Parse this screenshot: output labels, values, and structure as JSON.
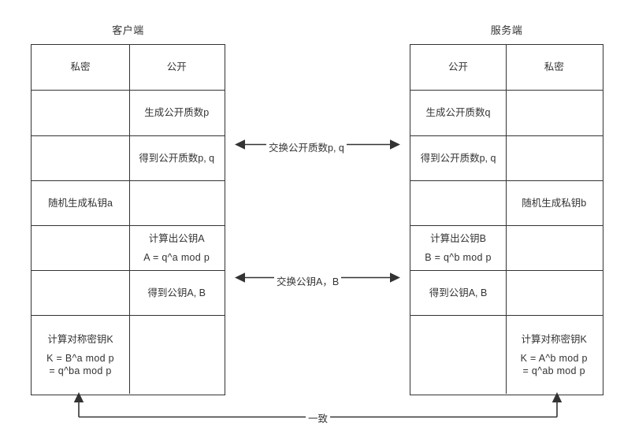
{
  "diagram": {
    "title_client": "客户端",
    "title_server": "服务端",
    "line_color": "#333333",
    "background": "#ffffff"
  },
  "client_table": {
    "headers": [
      "私密",
      "公开"
    ],
    "rows": [
      {
        "private": "",
        "public": "生成公开质数p"
      },
      {
        "private": "",
        "public": "得到公开质数p, q"
      },
      {
        "private": "随机生成私钥a",
        "public": ""
      },
      {
        "private": "",
        "public_line1": "计算出公钥A",
        "public_line2": "A = q^a mod p"
      },
      {
        "private": "",
        "public": "得到公钥A, B"
      },
      {
        "private_line1": "计算对称密钥K",
        "private_line2": "K = B^a mod p",
        "private_line3": "= q^ba mod p",
        "public": ""
      }
    ]
  },
  "server_table": {
    "headers": [
      "公开",
      "私密"
    ],
    "rows": [
      {
        "public": "生成公开质数q",
        "private": ""
      },
      {
        "public": "得到公开质数p, q",
        "private": ""
      },
      {
        "public": "",
        "private": "随机生成私钥b"
      },
      {
        "public_line1": "计算出公钥B",
        "public_line2": "B = q^b mod p",
        "private": ""
      },
      {
        "public": "得到公钥A, B",
        "private": ""
      },
      {
        "public": "",
        "private_line1": "计算对称密钥K",
        "private_line2": "K = A^b mod p",
        "private_line3": "= q^ab mod p"
      }
    ]
  },
  "connectors": {
    "exchange_primes_label": "交换公开质数p, q",
    "exchange_keys_label": "交换公钥A，B",
    "consistent_label": "一致"
  }
}
